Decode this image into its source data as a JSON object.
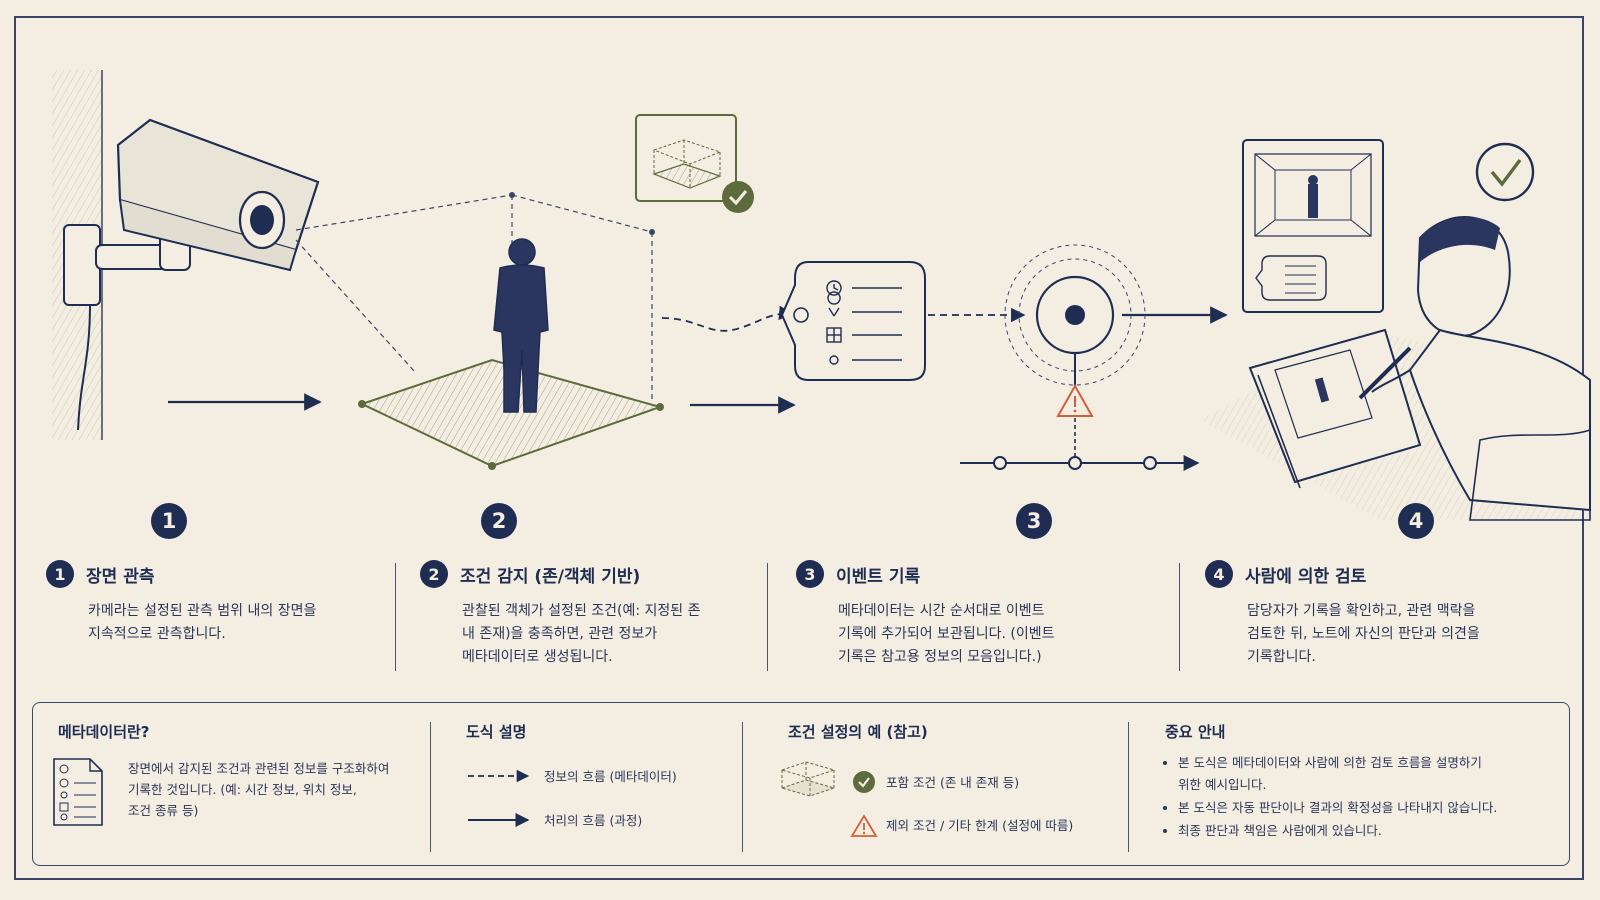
{
  "steps": [
    {
      "number": "1",
      "title": "장면 관측",
      "desc": "카메라는 설정된 관측 범위 내의 장면을\n지속적으로 관측합니다."
    },
    {
      "number": "2",
      "title": "조건 감지 (존/객체 기반)",
      "desc": "관찰된 객체가 설정된 조건(예: 지정된 존\n내 존재)을 충족하면, 관련 정보가\n메타데이터로 생성됩니다."
    },
    {
      "number": "3",
      "title": "이벤트 기록",
      "desc": "메타데이터는 시간 순서대로 이벤트\n기록에 추가되어 보관됩니다. (이벤트\n기록은 참고용 정보의 모음입니다.)"
    },
    {
      "number": "4",
      "title": "사람에 의한 검토",
      "desc": "담당자가 기록을 확인하고, 관련 맥락을\n검토한 뒤, 노트에 자신의 판단과 의견을\n기록합니다."
    }
  ],
  "bottom": {
    "metadata": {
      "title": "메타데이터란?",
      "text": "장면에서 감지된 조건과 관련된 정보를 구조화하여\n기록한 것입니다. (예: 시간 정보, 위치 정보,\n조건 종류 등)"
    },
    "legend": {
      "title": "도식 설명",
      "dashed": "정보의 흐름 (메타데이터)",
      "solid": "처리의 흐름 (과정)"
    },
    "conditions": {
      "title": "조건 설정의 예 (참고)",
      "include": "포함 조건 (존 내 존재 등)",
      "exclude": "제외 조건 / 기타 한계 (설정에 따름)"
    },
    "notice": {
      "title": "중요 안내",
      "items": [
        "본 도식은 메타데이터와 사람에 의한 검토 흐름을 설명하기\n위한 예시입니다.",
        "본 도식은 자동 판단이나 결과의 확정성을 나타내지 않습니다.",
        "최종 판단과 책임은 사람에게 있습니다."
      ]
    }
  },
  "colors": {
    "navy": "#1f2d52",
    "olive": "#5d6b3c",
    "warn": "#d0603a",
    "paper": "#f4eee2"
  }
}
